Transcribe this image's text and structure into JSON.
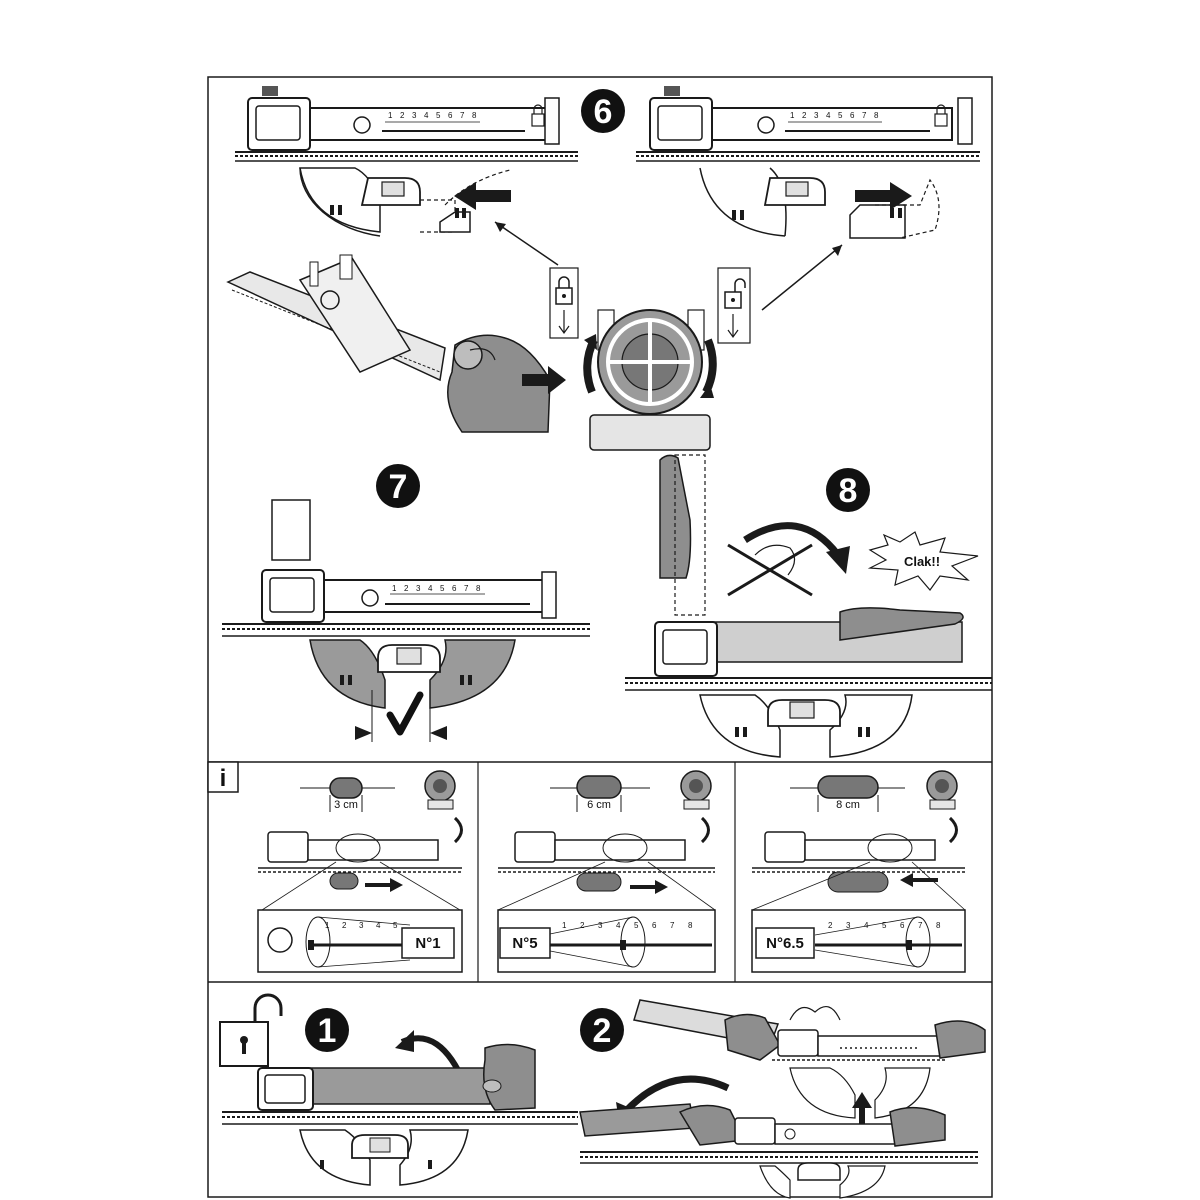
{
  "steps": {
    "step6": "6",
    "step7": "7",
    "step8": "8",
    "step1": "1",
    "step2": "2"
  },
  "sound_effect": "Clak!!",
  "info_marker": "i",
  "info_panels": [
    {
      "width_label": "3 cm",
      "setting_label": "N°1",
      "fraction": 0.14
    },
    {
      "width_label": "6 cm",
      "setting_label": "N°5",
      "fraction": 0.55
    },
    {
      "width_label": "8 cm",
      "setting_label": "N°6.5",
      "fraction": 0.78
    }
  ],
  "scale_ticks": [
    "1",
    "2",
    "3",
    "4",
    "5",
    "6",
    "7",
    "8"
  ],
  "icons": {
    "locked": "padlock-locked-icon",
    "unlocked": "padlock-unlocked-icon",
    "check": "checkmark-icon"
  },
  "colors": {
    "outline": "#1a1a1a",
    "grey_fill": "#9a9a9a",
    "light_fill": "#d9d9d9",
    "badge": "#111111"
  }
}
